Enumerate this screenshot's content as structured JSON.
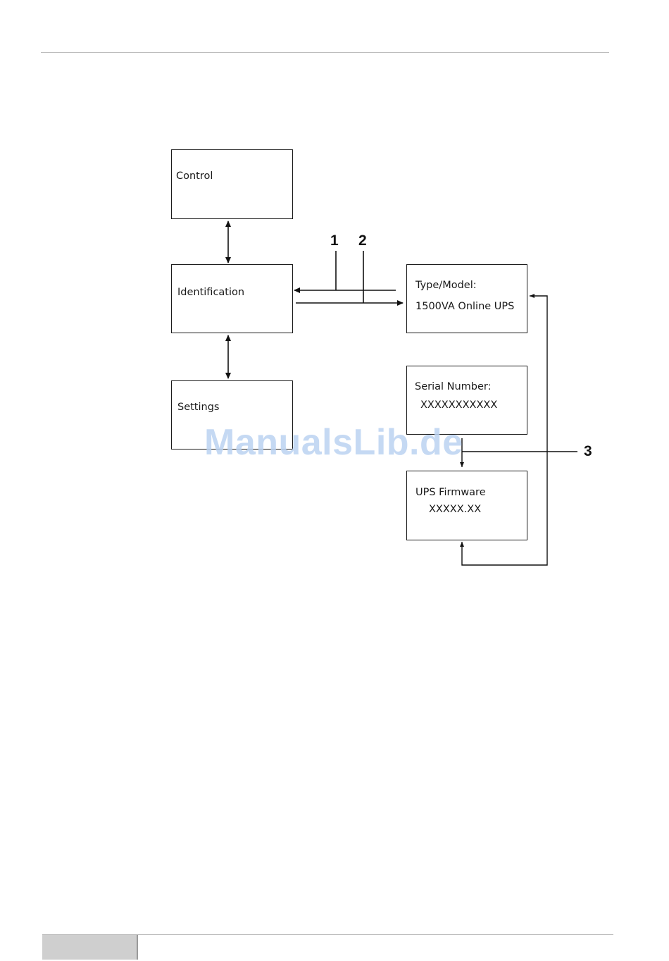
{
  "diagram": {
    "boxes": {
      "control": "Control",
      "identification": "Identification",
      "settings": "Settings",
      "type_model": {
        "label": "Type/Model:",
        "value": "1500VA Online UPS"
      },
      "serial_number": {
        "label": "Serial Number:",
        "value": "XXXXXXXXXXX"
      },
      "ups_firmware": {
        "label": "UPS Firmware",
        "value": "XXXXX.XX"
      }
    },
    "callouts": [
      "1",
      "2",
      "3"
    ]
  },
  "watermark": "ManualsLib.de"
}
